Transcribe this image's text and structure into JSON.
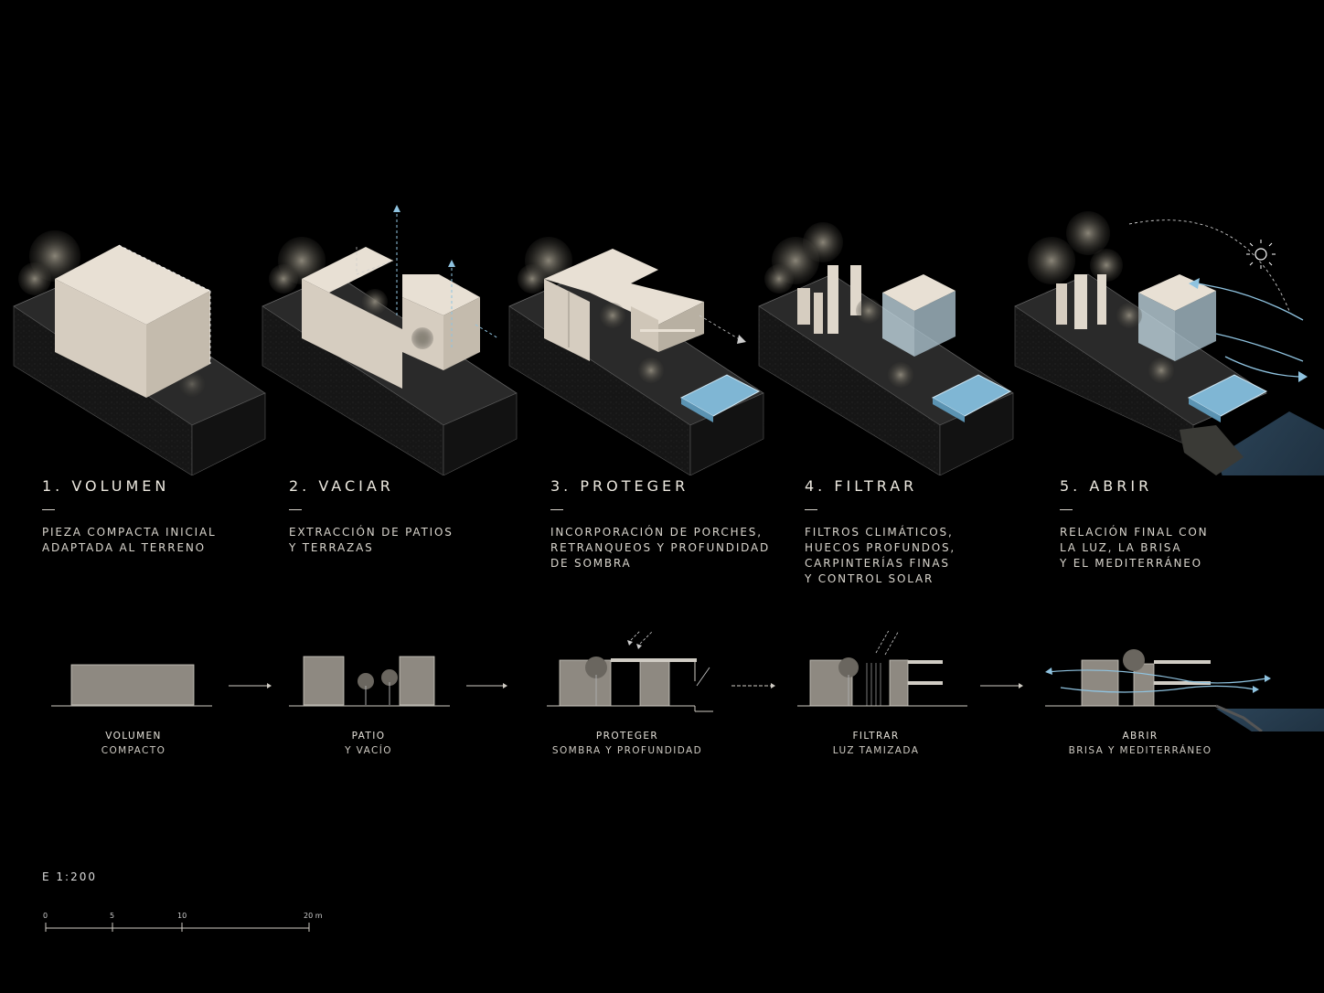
{
  "steps": [
    {
      "title": "1. VOLUMEN",
      "description": "PIEZA COMPACTA INICIAL\nADAPTADA AL TERRENO"
    },
    {
      "title": "2. VACIAR",
      "description": "EXTRACCIÓN DE PATIOS\nY TERRAZAS"
    },
    {
      "title": "3. PROTEGER",
      "description": "INCORPORACIÓN DE PORCHES,\nRETRANQUEOS Y PROFUNDIDAD\nDE SOMBRA"
    },
    {
      "title": "4. FILTRAR",
      "description": "FILTROS CLIMÁTICOS,\nHUECOS PROFUNDOS,\nCARPINTERÍAS FINAS\nY CONTROL SOLAR"
    },
    {
      "title": "5. ABRIR",
      "description": "RELACIÓN FINAL CON\nLA LUZ, LA BRISA\nY EL MEDITERRÁNEO"
    }
  ],
  "sections": [
    {
      "title": "VOLUMEN",
      "subtitle": "COMPACTO"
    },
    {
      "title": "PATIO",
      "subtitle": "Y VACÍO"
    },
    {
      "title": "PROTEGER",
      "subtitle": "SOMBRA Y PROFUNDIDAD"
    },
    {
      "title": "FILTRAR",
      "subtitle": "LUZ TAMIZADA"
    },
    {
      "title": "ABRIR",
      "subtitle": "BRISA Y MEDITERRÁNEO"
    }
  ],
  "scale": {
    "label": "E 1:200",
    "ticks": [
      "0",
      "5",
      "10",
      "20 m"
    ]
  },
  "colors": {
    "background": "#000000",
    "volume": "#d8d0c4",
    "terrain": "#1c1c1c",
    "water": "#7fb6d4",
    "wind": "#8fc3e0",
    "sea": "#24384a"
  }
}
